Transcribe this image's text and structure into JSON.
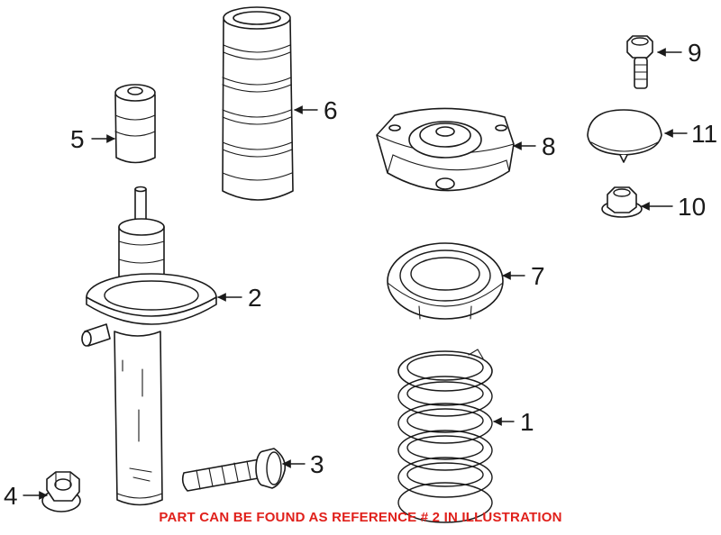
{
  "diagram": {
    "callouts": [
      {
        "id": "1",
        "label": "1"
      },
      {
        "id": "2",
        "label": "2"
      },
      {
        "id": "3",
        "label": "3"
      },
      {
        "id": "4",
        "label": "4"
      },
      {
        "id": "5",
        "label": "5"
      },
      {
        "id": "6",
        "label": "6"
      },
      {
        "id": "7",
        "label": "7"
      },
      {
        "id": "8",
        "label": "8"
      },
      {
        "id": "9",
        "label": "9"
      },
      {
        "id": "10",
        "label": "10"
      },
      {
        "id": "11",
        "label": "11"
      }
    ],
    "note": "PART CAN BE FOUND AS REFERENCE # 2 IN ILLUSTRATION",
    "note_color": "#e0201b",
    "line_color": "#1a1a1a"
  }
}
